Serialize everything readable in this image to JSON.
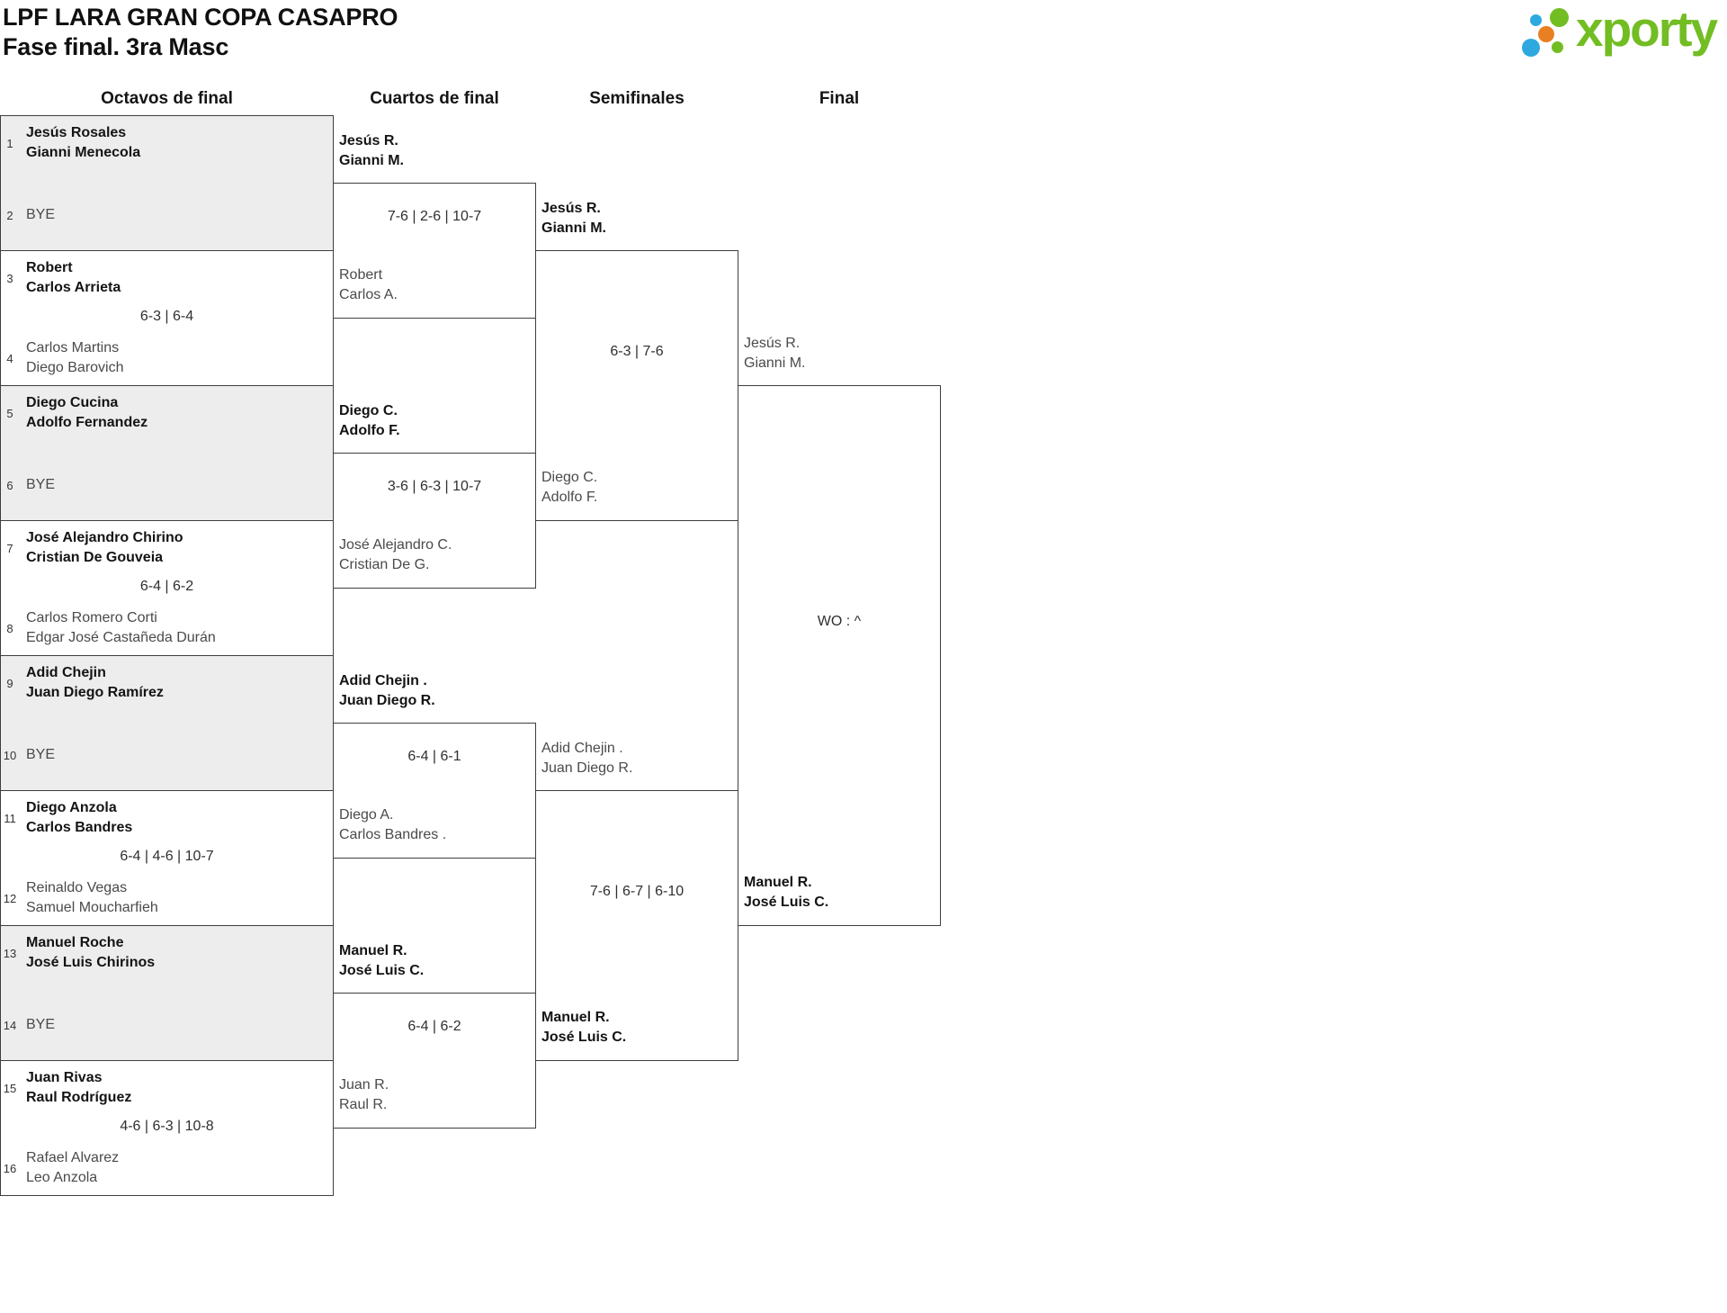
{
  "header": {
    "title": "LPF LARA GRAN COPA CASAPRO",
    "subtitle": "Fase final. 3ra Masc",
    "logo_text": "xporty"
  },
  "rounds": [
    "Octavos de final",
    "Cuartos de final",
    "Semifinales",
    "Final"
  ],
  "colors": {
    "logo_green": "#72bd22",
    "logo_blue": "#2ea9e0",
    "logo_orange": "#e97f23",
    "bye_box_fill": "#ededed",
    "border": "#3e3e3e",
    "winner_text": "#141414",
    "loser_text": "#4a4a4a"
  },
  "bracket": {
    "r16": [
      {
        "seed1": "1",
        "p1a": "Jesús Rosales",
        "p1b": "Gianni Menecola",
        "seed2": "2",
        "p2a": "BYE",
        "p2b": "",
        "score": ""
      },
      {
        "seed1": "3",
        "p1a": "Robert",
        "p1b": "Carlos Arrieta",
        "seed2": "4",
        "p2a": "Carlos Martins",
        "p2b": "Diego Barovich",
        "score": "6-3 | 6-4"
      },
      {
        "seed1": "5",
        "p1a": "Diego Cucina",
        "p1b": "Adolfo Fernandez",
        "seed2": "6",
        "p2a": "BYE",
        "p2b": "",
        "score": ""
      },
      {
        "seed1": "7",
        "p1a": "José Alejandro Chirino",
        "p1b": "Cristian De Gouveia",
        "seed2": "8",
        "p2a": "Carlos Romero Corti",
        "p2b": "Edgar José Castañeda Durán",
        "score": "6-4 | 6-2"
      },
      {
        "seed1": "9",
        "p1a": "Adid Chejin",
        "p1b": "Juan Diego Ramírez",
        "seed2": "10",
        "p2a": "BYE",
        "p2b": "",
        "score": ""
      },
      {
        "seed1": "11",
        "p1a": "Diego Anzola",
        "p1b": "Carlos Bandres",
        "seed2": "12",
        "p2a": "Reinaldo Vegas",
        "p2b": "Samuel Moucharfieh",
        "score": "6-4 | 4-6 | 10-7"
      },
      {
        "seed1": "13",
        "p1a": "Manuel Roche",
        "p1b": "José Luis Chirinos",
        "seed2": "14",
        "p2a": "BYE",
        "p2b": "",
        "score": ""
      },
      {
        "seed1": "15",
        "p1a": "Juan Rivas",
        "p1b": "Raul Rodríguez",
        "seed2": "16",
        "p2a": "Rafael Alvarez",
        "p2b": "Leo Anzola",
        "score": "4-6 | 6-3 | 10-8"
      }
    ],
    "qf": [
      {
        "t1a": "Jesús R.",
        "t1b": "Gianni M.",
        "t2a": "Robert",
        "t2b": "Carlos A.",
        "score": "7-6 | 2-6 | 10-7"
      },
      {
        "t1a": "Diego C.",
        "t1b": "Adolfo F.",
        "t2a": "José Alejandro C.",
        "t2b": "Cristian De G.",
        "score": "3-6 | 6-3 | 10-7"
      },
      {
        "t1a": "Adid Chejin .",
        "t1b": "Juan Diego R.",
        "t2a": "Diego A.",
        "t2b": "Carlos Bandres .",
        "score": "6-4 | 6-1"
      },
      {
        "t1a": "Manuel R.",
        "t1b": "José Luis C.",
        "t2a": "Juan R.",
        "t2b": "Raul R.",
        "score": "6-4 | 6-2"
      }
    ],
    "sf": [
      {
        "t1a": "Jesús R.",
        "t1b": "Gianni M.",
        "t2a": "Diego C.",
        "t2b": "Adolfo F.",
        "score": "6-3 | 7-6"
      },
      {
        "t1a": "Adid Chejin .",
        "t1b": "Juan Diego R.",
        "t2a": "Manuel R.",
        "t2b": "José Luis C.",
        "score": "7-6 | 6-7 | 6-10"
      }
    ],
    "final": [
      {
        "t1a": "Jesús R.",
        "t1b": "Gianni M.",
        "t2a": "Manuel R.",
        "t2b": "José Luis C.",
        "score": "WO : ^"
      }
    ]
  }
}
